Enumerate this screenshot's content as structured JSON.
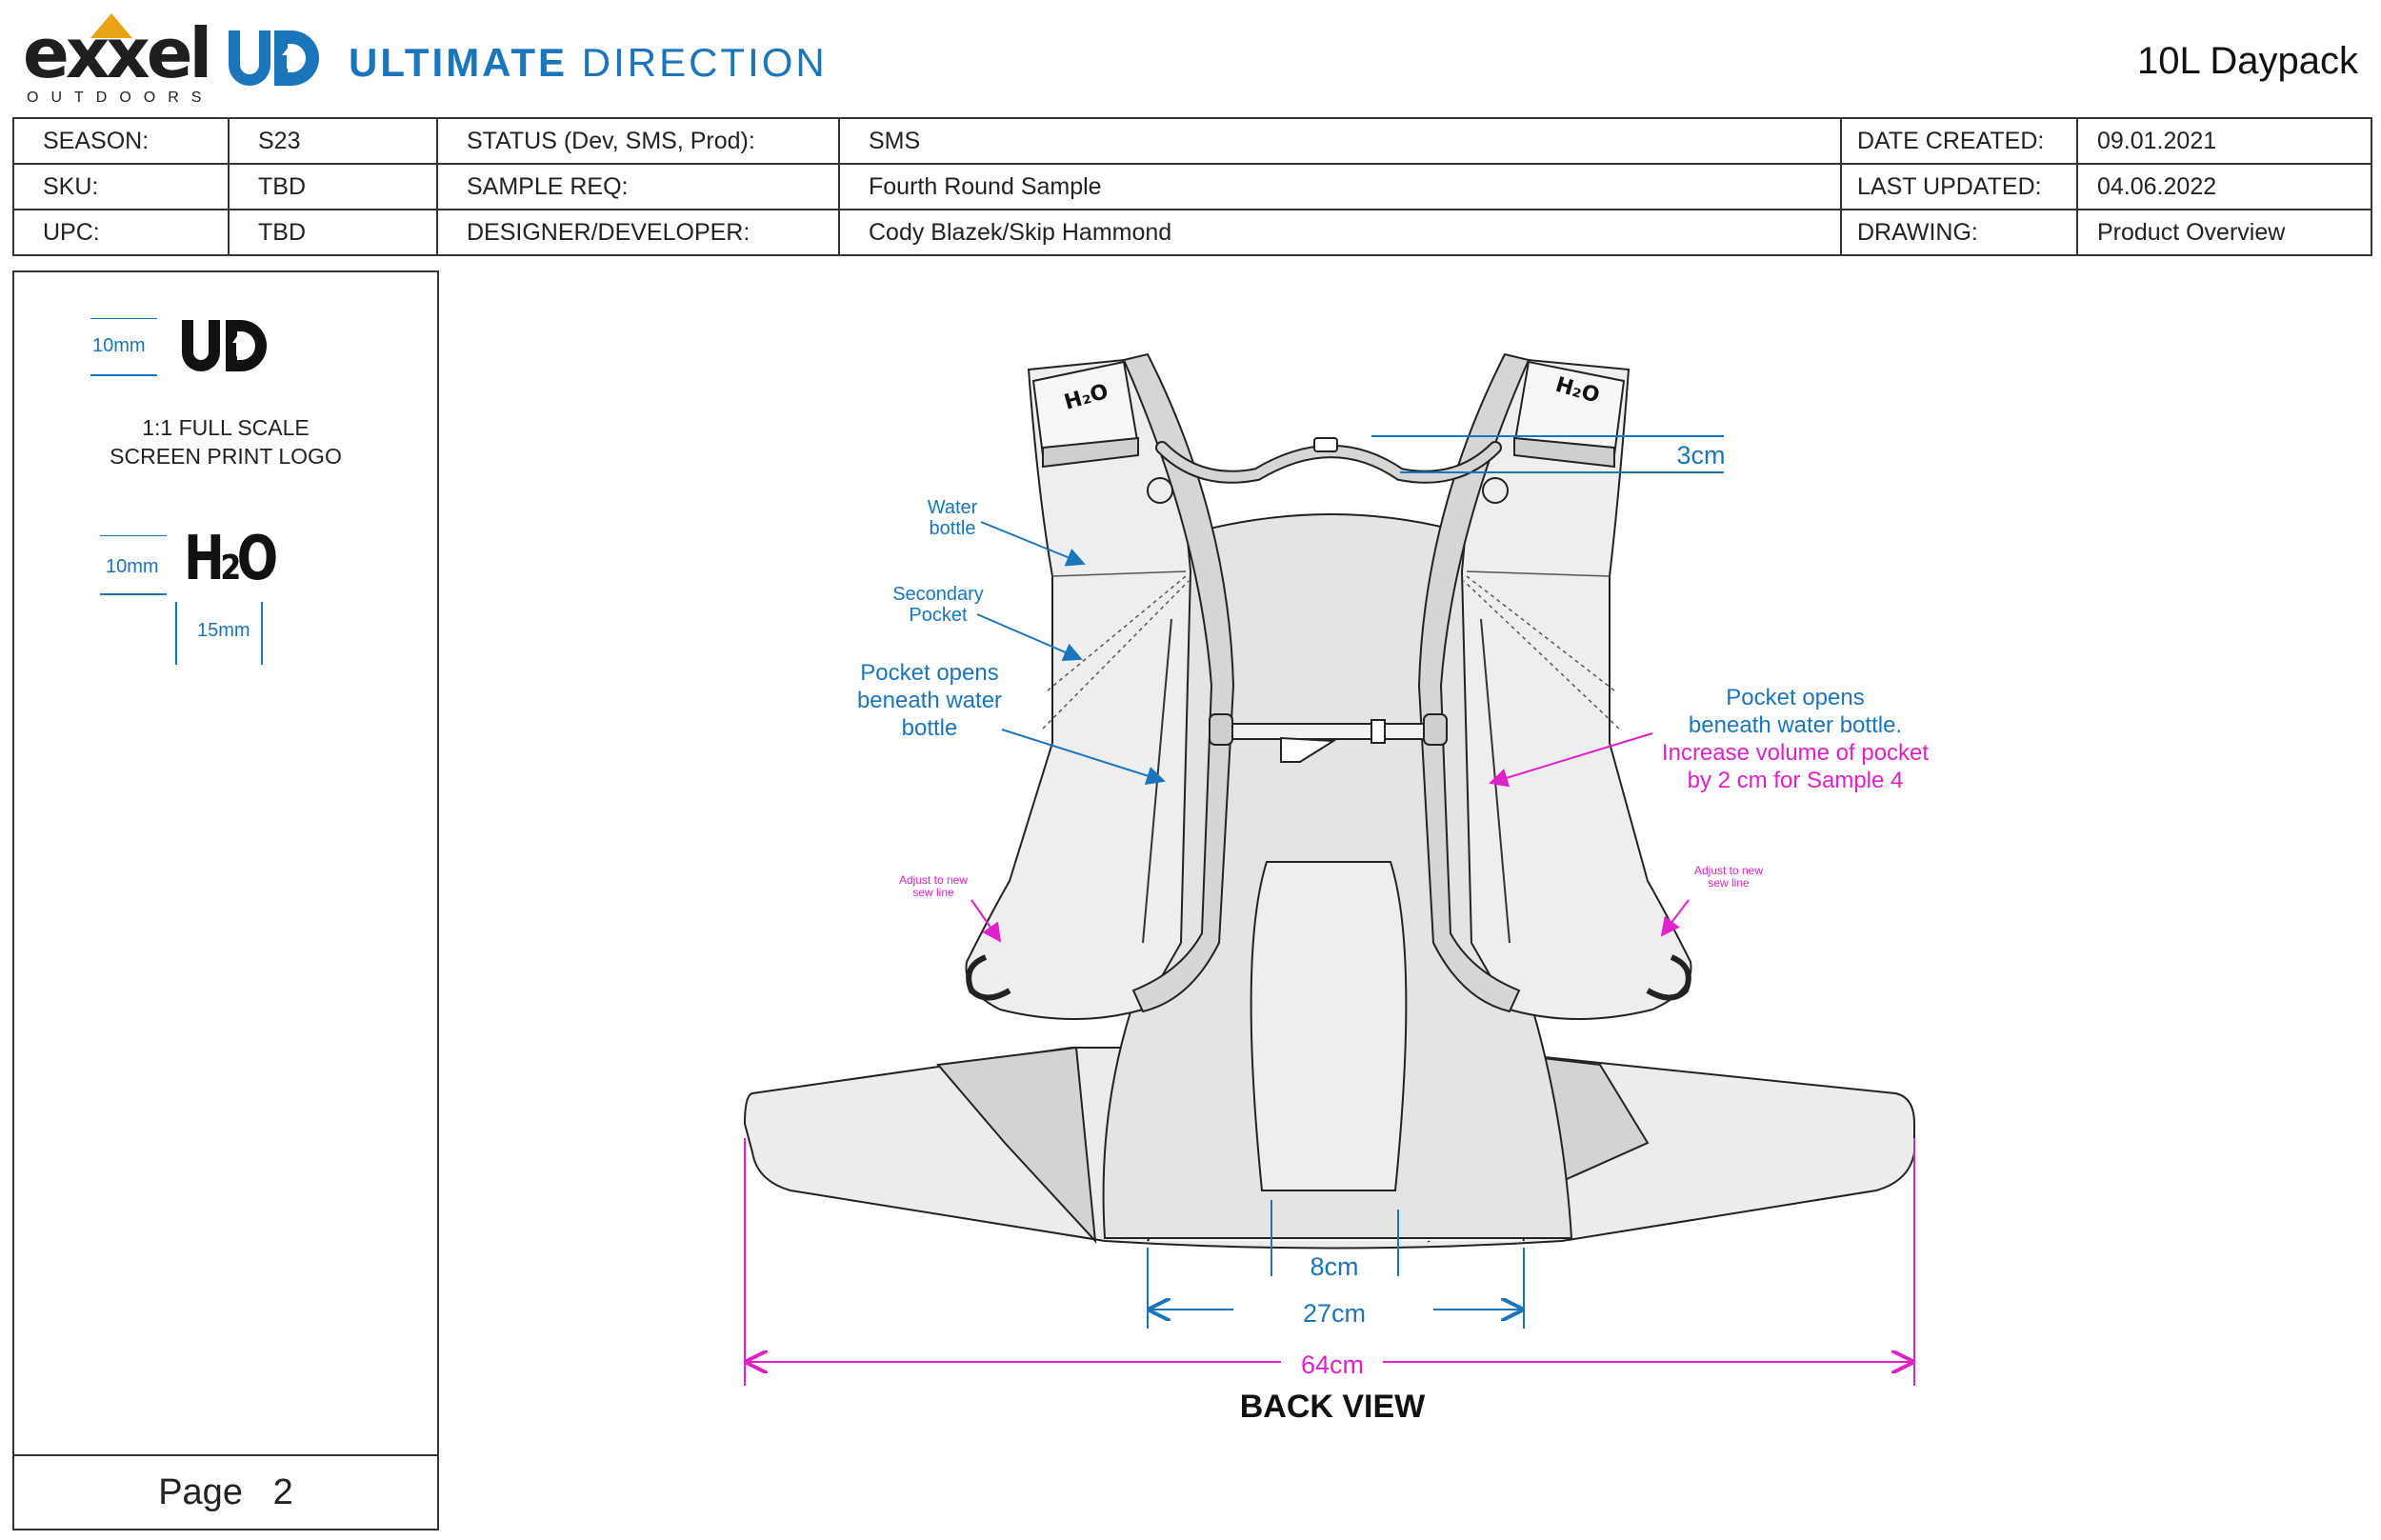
{
  "header": {
    "brand_primary": "exxel",
    "brand_sub": "OUTDOORS",
    "brand_secondary_bold": "ULTIMATE",
    "brand_secondary_light": "DIRECTION",
    "product_title": "10L Daypack"
  },
  "info": {
    "row1": [
      "SEASON:",
      "S23",
      "STATUS (Dev, SMS, Prod):",
      "SMS",
      "DATE CREATED:",
      "09.01.2021"
    ],
    "row2": [
      "SKU:",
      "TBD",
      "SAMPLE REQ:",
      "Fourth Round Sample",
      "LAST UPDATED:",
      "04.06.2022"
    ],
    "row3": [
      "UPC:",
      "TBD",
      "DESIGNER/DEVELOPER:",
      "Cody Blazek/Skip Hammond",
      "DRAWING:",
      "Product Overview"
    ]
  },
  "left_panel": {
    "logo_dim": "10mm",
    "scale_note_line1": "1:1 FULL SCALE",
    "scale_note_line2": "SCREEN PRINT LOGO",
    "h2o_height_dim": "10mm",
    "h2o_width_dim": "15mm",
    "h2o_text": "H₂O",
    "page_label": "Page",
    "page_number": "2"
  },
  "drawing": {
    "annotations": {
      "water_bottle_1": "Water",
      "water_bottle_2": "bottle",
      "secondary_pocket_1": "Secondary",
      "secondary_pocket_2": "Pocket",
      "pocket_opens_left_1": "Pocket opens",
      "pocket_opens_left_2": "beneath water",
      "pocket_opens_left_3": "bottle",
      "pocket_opens_right_1": "Pocket opens",
      "pocket_opens_right_2": "beneath water bottle.",
      "pocket_opens_right_3": "Increase volume of pocket",
      "pocket_opens_right_4": "by 2 cm for Sample 4",
      "adjust_left_1": "Adjust to new",
      "adjust_left_2": "sew line",
      "adjust_right_1": "Adjust to new",
      "adjust_right_2": "sew line",
      "dim_3cm": "3cm",
      "dim_8cm": "8cm",
      "dim_27cm": "27cm",
      "dim_64cm": "64cm",
      "shoulder_label_left": "H₂O",
      "shoulder_label_right": "H₂O"
    },
    "view_title": "BACK VIEW",
    "colors": {
      "annotation_blue": "#1b75bb",
      "annotation_magenta": "#e020c8",
      "fabric_light": "#eeeeee",
      "fabric_mid": "#d6d6d6"
    }
  }
}
